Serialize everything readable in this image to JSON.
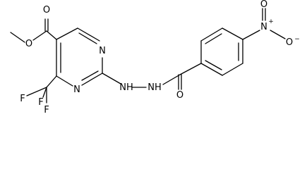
{
  "molecule": {
    "atoms": {
      "ester_carbonyl_o": "O",
      "ester_ether_o": "O",
      "ring_n3": "N",
      "ring_n1": "N",
      "f_top": "F",
      "f_left": "F",
      "f_bottom": "F",
      "nh_left": "NH",
      "nh_right": "NH",
      "amide_o": "O",
      "nitro_n": "N",
      "nitro_n_charge": "+",
      "nitro_o_top": "O",
      "nitro_o_right": "O",
      "nitro_o_charge": "−"
    }
  }
}
